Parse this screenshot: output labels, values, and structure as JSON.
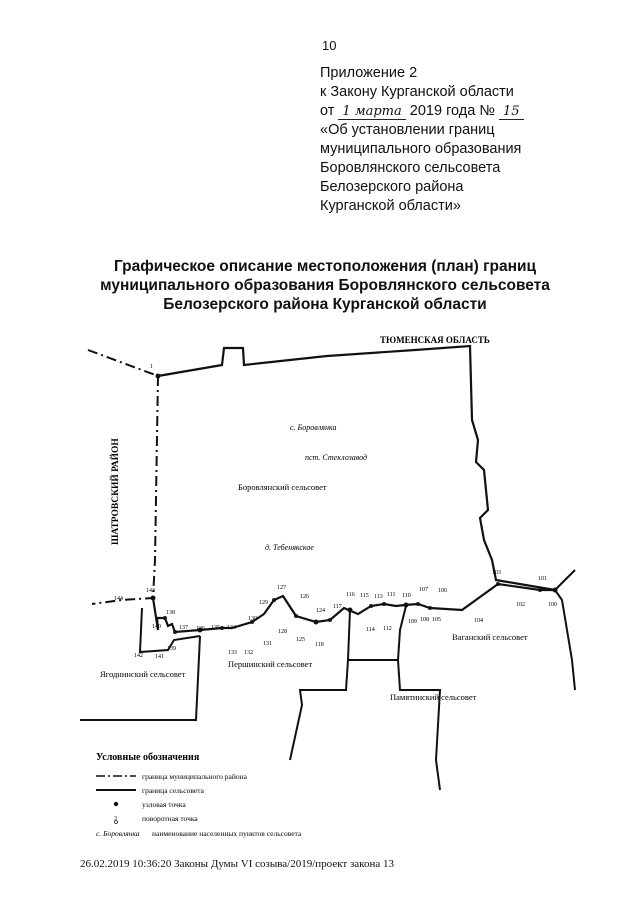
{
  "page_number": "10",
  "annex": {
    "line1": "Приложение 2",
    "line2": "к Закону Курганской области",
    "date_prefix": "от",
    "date_handwritten": "1 марта",
    "date_year": "2019 года №",
    "number_handwritten": "15",
    "line4": "«Об установлении границ",
    "line5": "муниципального образования",
    "line6": "Боровлянского сельсовета",
    "line7": "Белозерского района",
    "line8": "Курганской области»"
  },
  "title": {
    "line1": "Графическое описание местоположения (план) границ",
    "line2": "муниципального образования Боровлянского сельсовета",
    "line3": "Белозерского района Курганской области"
  },
  "map": {
    "labels": {
      "tyumen": "ТЮМЕНСКАЯ ОБЛАСТЬ",
      "shatrovsky": "ШАТРОВСКИЙ РАЙОН",
      "borovlyanka": "с. Боровлянка",
      "steklozavod": "пст. Стеклозавод",
      "borovlyansky_ss": "Боровлянский сельсовет",
      "tebenyakskoe": "д. Тебенякское",
      "yagodninsky_ss": "Ягоднинский сельсовет",
      "pershinsky_ss": "Першинский сельсовет",
      "vagansky_ss": "Ваганский сельсовет",
      "pamyatinsky_ss": "Памятинский сельсовет"
    },
    "point_numbers": [
      "1",
      "100",
      "101",
      "102",
      "103",
      "104",
      "105",
      "106",
      "107",
      "108",
      "109",
      "110",
      "111",
      "112",
      "113",
      "114",
      "115",
      "116",
      "117",
      "118",
      "124",
      "125",
      "126",
      "127",
      "128",
      "129",
      "130",
      "131",
      "132",
      "133",
      "134",
      "135",
      "136",
      "137",
      "138",
      "139",
      "140",
      "141",
      "142",
      "143",
      "144"
    ]
  },
  "legend": {
    "title": "Условные обозначения",
    "items": [
      {
        "symbol": "",
        "label": "граница муниципального района"
      },
      {
        "symbol": "",
        "label": "граница сельсовета"
      },
      {
        "symbol": "",
        "label": "узловая точка"
      },
      {
        "symbol": "3",
        "label": "поворотная точка"
      },
      {
        "symbol": "с. Боровлянка",
        "label": "наименование населенных пунктов сельсовета"
      }
    ]
  },
  "footer": "26.02.2019 10:36:20 Законы Думы VI созыва/2019/проект закона 13"
}
